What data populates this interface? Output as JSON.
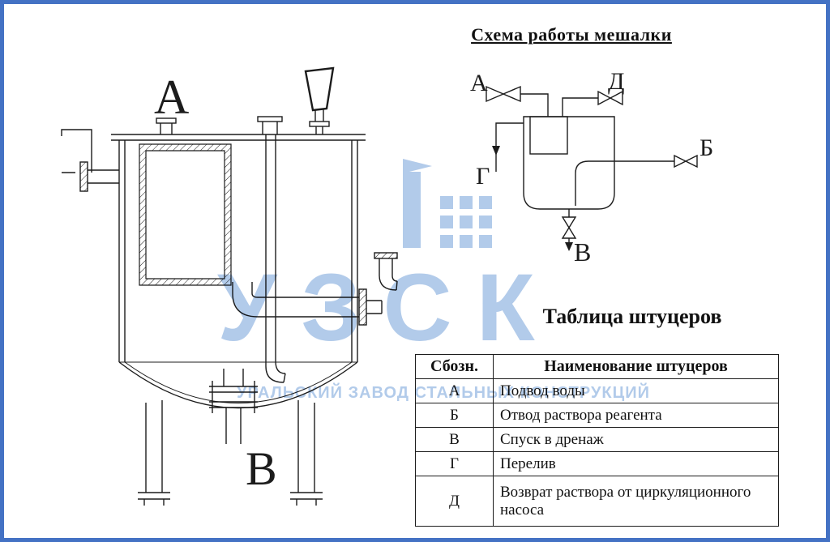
{
  "page": {
    "border_color": "#4472c4",
    "background": "#ffffff"
  },
  "scheme": {
    "title": "Схема работы мешалки",
    "label_a": "А",
    "label_d": "Д",
    "label_b": "Б",
    "label_g": "Г",
    "label_v": "В"
  },
  "drawing": {
    "label_a": "А",
    "label_v": "В"
  },
  "fittings_table": {
    "title": "Таблица штуцеров",
    "header_code": "Сбозн.",
    "header_name": "Наименование штуцеров",
    "rows": [
      {
        "code": "А",
        "name": "Подвод воды"
      },
      {
        "code": "Б",
        "name": "Отвод раствора реагента"
      },
      {
        "code": "В",
        "name": "Спуск в дренаж"
      },
      {
        "code": "Г",
        "name": "Перелив"
      },
      {
        "code": "Д",
        "name": "Возврат раствора от циркуляционного насоса"
      }
    ]
  },
  "watermark": {
    "logo_text": "УЗСК",
    "subtitle": "УРАЛЬСКИЙ ЗАВОД СТАЛЬНЫХ КОНСТРУКЦИЙ",
    "color": "#7fa8dc"
  }
}
